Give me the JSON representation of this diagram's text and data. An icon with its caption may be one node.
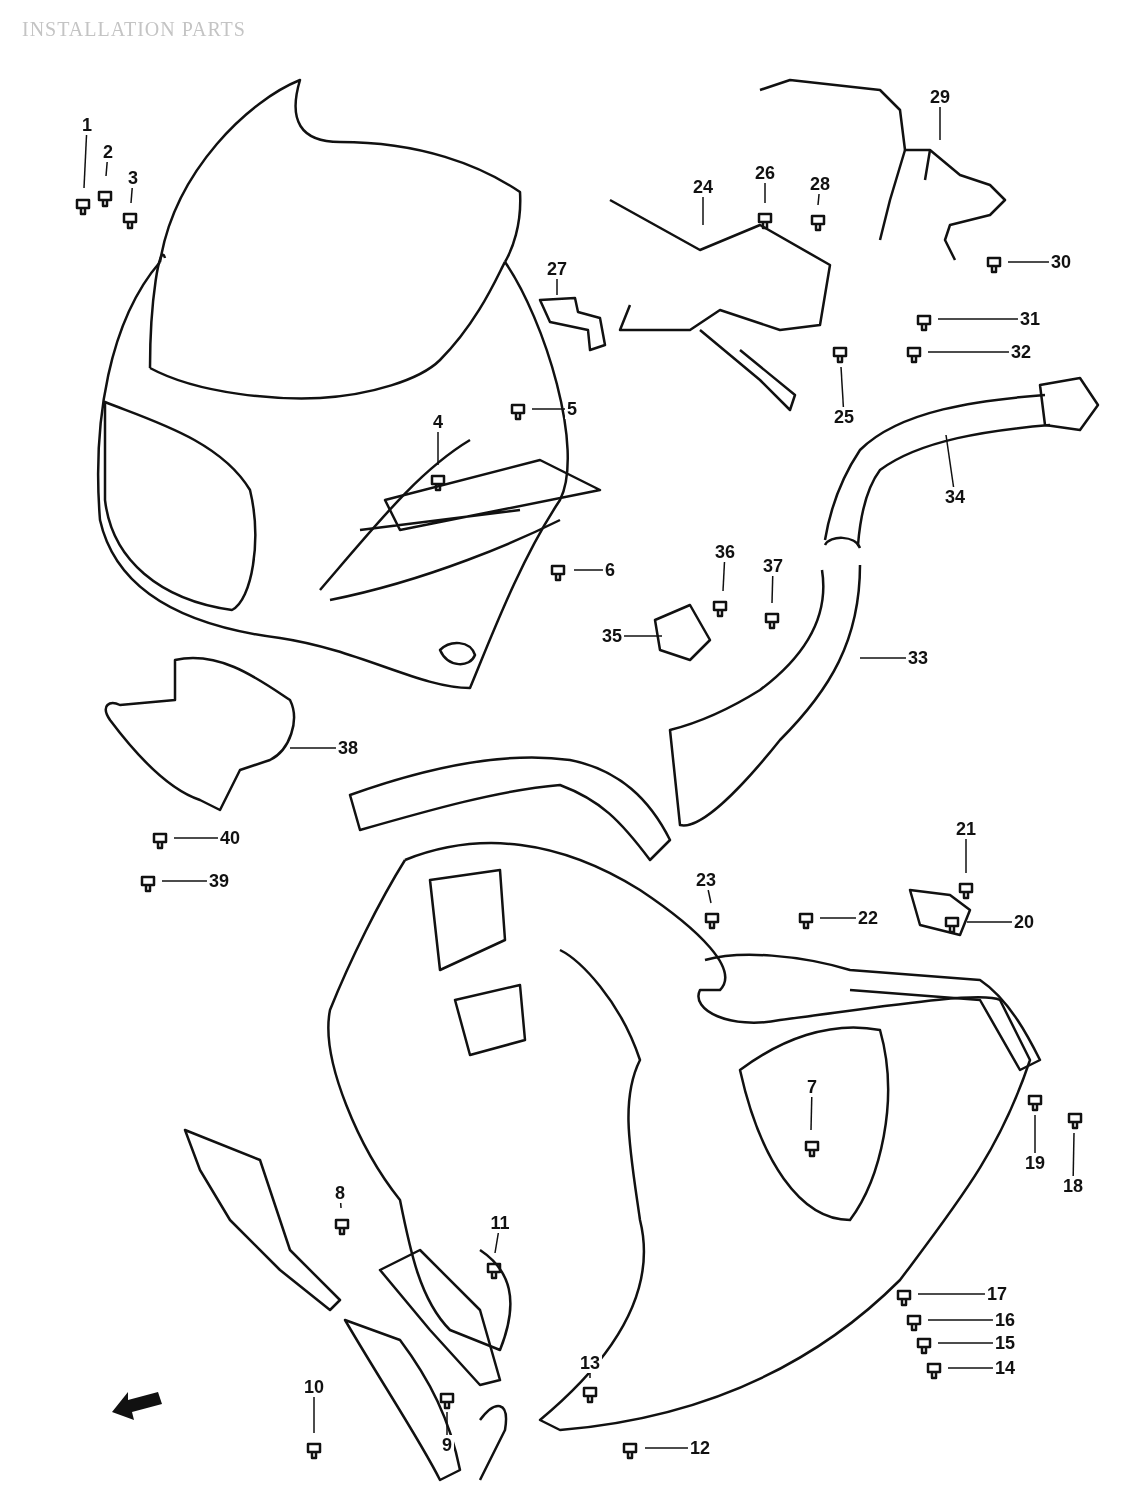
{
  "diagram": {
    "title": "INSTALLATION PARTS",
    "nodes": [
      {
        "text": [
          "1"
        ]
      },
      {
        "text": [
          "2"
        ]
      },
      {
        "text": [
          "3"
        ]
      },
      {
        "text": [
          "4"
        ]
      },
      {
        "text": [
          "5"
        ]
      },
      {
        "text": [
          "6"
        ]
      },
      {
        "text": [
          "7"
        ]
      },
      {
        "text": [
          "8"
        ]
      },
      {
        "text": [
          "9"
        ]
      },
      {
        "text": [
          "10"
        ]
      },
      {
        "text": [
          "11"
        ]
      },
      {
        "text": [
          "12"
        ]
      },
      {
        "text": [
          "13"
        ]
      },
      {
        "text": [
          "14"
        ]
      },
      {
        "text": [
          "15"
        ]
      },
      {
        "text": [
          "16"
        ]
      },
      {
        "text": [
          "17"
        ]
      },
      {
        "text": [
          "18"
        ]
      },
      {
        "text": [
          "19"
        ]
      },
      {
        "text": [
          "20"
        ]
      },
      {
        "text": [
          "21"
        ]
      },
      {
        "text": [
          "22"
        ]
      },
      {
        "text": [
          "23"
        ]
      },
      {
        "text": [
          "24"
        ]
      },
      {
        "text": [
          "25"
        ]
      },
      {
        "text": [
          "26"
        ]
      },
      {
        "text": [
          "27"
        ]
      },
      {
        "text": [
          "28"
        ]
      },
      {
        "text": [
          "29"
        ]
      },
      {
        "text": [
          "30"
        ]
      },
      {
        "text": [
          "31"
        ]
      },
      {
        "text": [
          "32"
        ]
      },
      {
        "text": [
          "33"
        ]
      },
      {
        "text": [
          "34"
        ]
      },
      {
        "text": [
          "35"
        ]
      },
      {
        "text": [
          "36"
        ]
      },
      {
        "text": [
          "37"
        ]
      },
      {
        "text": [
          "38"
        ]
      },
      {
        "text": [
          "39"
        ]
      },
      {
        "text": [
          "40"
        ]
      }
    ],
    "edges": [
      {
        "from": 0,
        "to": null,
        "arrow": "none"
      },
      {
        "from": 1,
        "to": null,
        "arrow": "none"
      },
      {
        "from": 2,
        "to": null,
        "arrow": "none"
      },
      {
        "from": 3,
        "to": null,
        "arrow": "none"
      },
      {
        "from": 4,
        "to": null,
        "arrow": "none"
      },
      {
        "from": 5,
        "to": null,
        "arrow": "none"
      },
      {
        "from": 6,
        "to": null,
        "arrow": "none"
      },
      {
        "from": 7,
        "to": null,
        "arrow": "none"
      },
      {
        "from": 8,
        "to": null,
        "arrow": "none"
      },
      {
        "from": 9,
        "to": null,
        "arrow": "none"
      },
      {
        "from": 10,
        "to": null,
        "arrow": "none"
      },
      {
        "from": 11,
        "to": null,
        "arrow": "none"
      },
      {
        "from": 12,
        "to": null,
        "arrow": "none"
      },
      {
        "from": 13,
        "to": null,
        "arrow": "none"
      },
      {
        "from": 14,
        "to": null,
        "arrow": "none"
      },
      {
        "from": 15,
        "to": null,
        "arrow": "none"
      },
      {
        "from": 16,
        "to": null,
        "arrow": "none"
      },
      {
        "from": 17,
        "to": null,
        "arrow": "none"
      },
      {
        "from": 18,
        "to": null,
        "arrow": "none"
      },
      {
        "from": 19,
        "to": null,
        "arrow": "none"
      },
      {
        "from": 20,
        "to": null,
        "arrow": "none"
      },
      {
        "from": 21,
        "to": null,
        "arrow": "none"
      },
      {
        "from": 22,
        "to": null,
        "arrow": "none"
      },
      {
        "from": 23,
        "to": null,
        "arrow": "none"
      },
      {
        "from": 24,
        "to": null,
        "arrow": "none"
      },
      {
        "from": 25,
        "to": null,
        "arrow": "none"
      },
      {
        "from": 26,
        "to": null,
        "arrow": "none"
      },
      {
        "from": 27,
        "to": null,
        "arrow": "none"
      },
      {
        "from": 28,
        "to": null,
        "arrow": "none"
      },
      {
        "from": 29,
        "to": null,
        "arrow": "none"
      },
      {
        "from": 30,
        "to": null,
        "arrow": "none"
      },
      {
        "from": 31,
        "to": null,
        "arrow": "none"
      },
      {
        "from": 32,
        "to": null,
        "arrow": "none"
      },
      {
        "from": 33,
        "to": null,
        "arrow": "none"
      },
      {
        "from": 34,
        "to": null,
        "arrow": "none"
      },
      {
        "from": 35,
        "to": null,
        "arrow": "none"
      },
      {
        "from": 36,
        "to": null,
        "arrow": "none"
      },
      {
        "from": 37,
        "to": null,
        "arrow": "none"
      },
      {
        "from": 38,
        "to": null,
        "arrow": "none"
      },
      {
        "from": 39,
        "to": null,
        "arrow": "none"
      }
    ]
  }
}
